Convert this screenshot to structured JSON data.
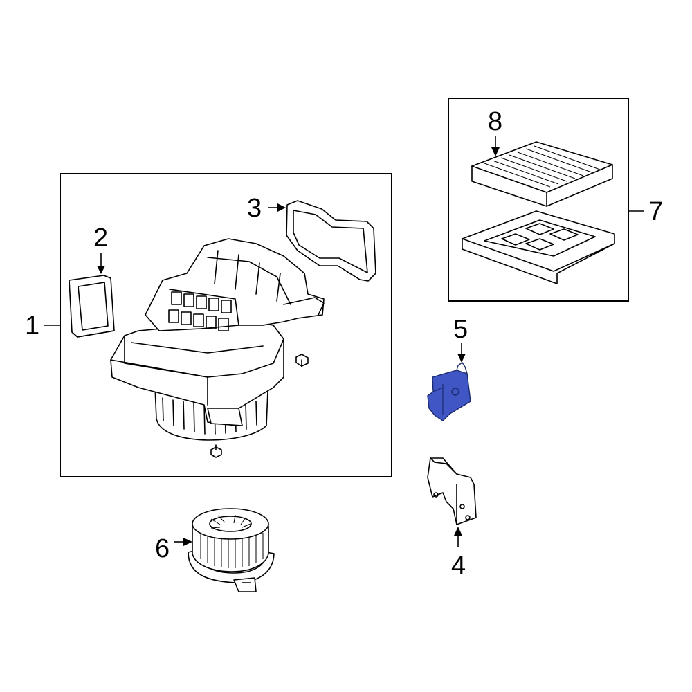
{
  "diagram": {
    "highlight_color": "#3F56C4",
    "callouts": {
      "c1": "1",
      "c2": "2",
      "c3": "3",
      "c4": "4",
      "c5": "5",
      "c6": "6",
      "c7": "7",
      "c8": "8"
    },
    "highlighted_part": "5"
  }
}
